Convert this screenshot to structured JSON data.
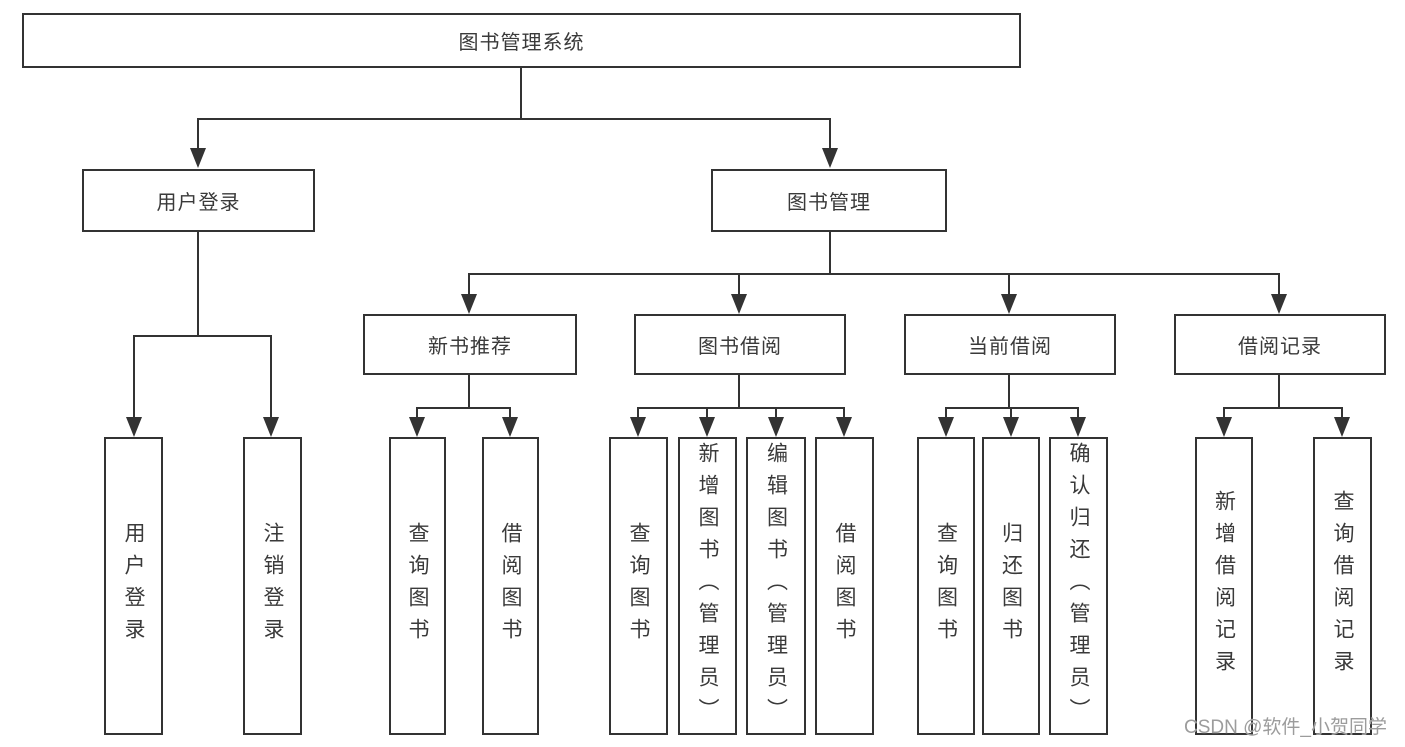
{
  "diagram": {
    "title": "图书管理系统",
    "level2": [
      "用户登录",
      "图书管理"
    ],
    "level3": [
      "新书推荐",
      "图书借阅",
      "当前借阅",
      "借阅记录"
    ],
    "leaves": {
      "user_login": [
        "用户登录",
        "注销登录"
      ],
      "new_book_recommend": [
        "查询图书",
        "借阅图书"
      ],
      "book_borrowing": [
        "查询图书",
        "新增图书（管理员）",
        "编辑图书（管理员）",
        "借阅图书"
      ],
      "current_borrowing": [
        "查询图书",
        "归还图书",
        "确认归还（管理员）"
      ],
      "borrowing_records": [
        "新增借阅记录",
        "查询借阅记录"
      ]
    },
    "watermark": "CSDN @软件_小贺同学",
    "colors": {
      "line": "#333333",
      "text": "#3a3a3a",
      "watermark": "#9c9c9c",
      "background": "#ffffff"
    }
  }
}
